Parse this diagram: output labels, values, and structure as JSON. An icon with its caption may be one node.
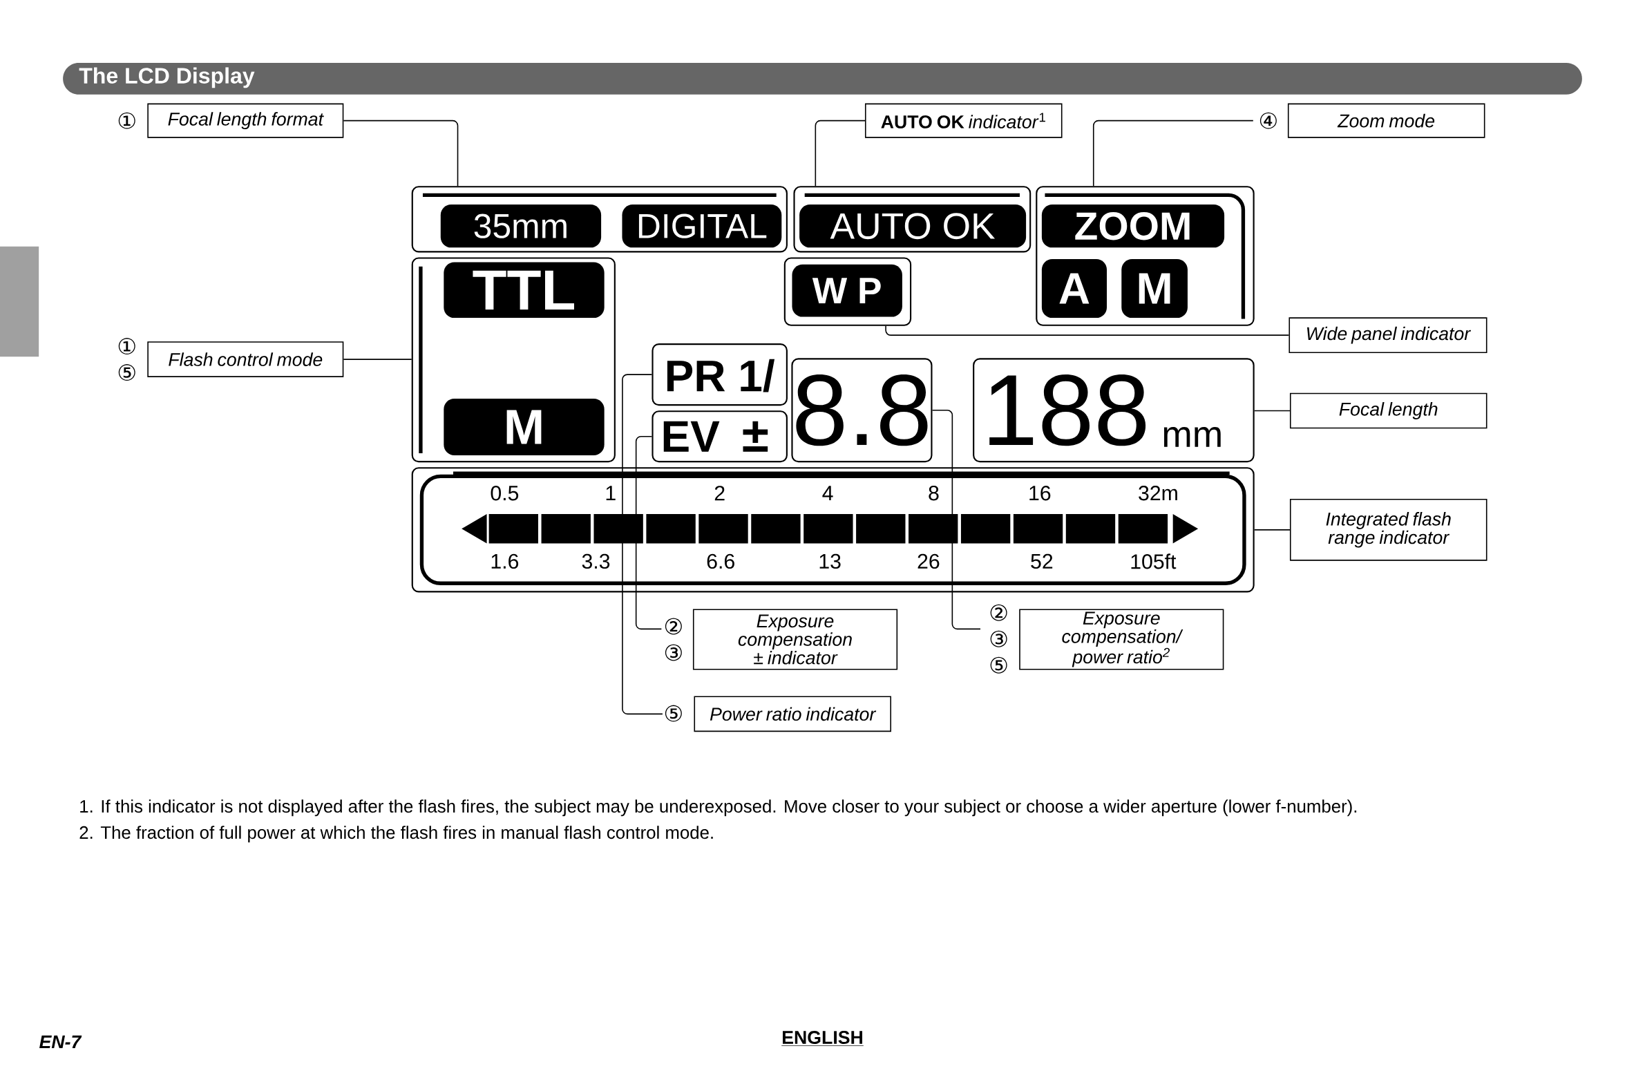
{
  "diagram": {
    "title": "The LCD Display",
    "nodes": [
      {
        "text": [
          "Focal length format"
        ],
        "beside": [
          "①"
        ]
      },
      {
        "text": [
          "**AUTO OK** *indicator*$^{1}$"
        ]
      },
      {
        "text": [
          "Zoom mode"
        ],
        "beside": [
          "④"
        ]
      },
      {
        "text": [
          "Flash control mode"
        ],
        "beside": [
          "①",
          "⑤"
        ]
      },
      {
        "text": [
          "Wide panel indicator"
        ]
      },
      {
        "text": [
          "Focal length"
        ]
      },
      {
        "text": [
          "Integrated flash range indicator"
        ]
      },
      {
        "text": [
          "Exposure compensation ± indicator"
        ],
        "beside": [
          "②",
          "③"
        ]
      },
      {
        "text": [
          "Exposure compensation/ power ratio$^{2}$"
        ],
        "beside": [
          "②",
          "③",
          "⑤"
        ]
      },
      {
        "text": [
          "Power ratio indicator"
        ],
        "beside": [
          "⑤"
        ]
      },
      {
        "text": [
          "35mm",
          "DIGITAL"
        ]
      },
      {
        "text": [
          "AUTO OK"
        ]
      },
      {
        "text": [
          "ZOOM",
          "A",
          "M"
        ]
      },
      {
        "text": [
          "TTL",
          "M"
        ]
      },
      {
        "text": [
          "W P"
        ]
      },
      {
        "text": [
          "PR 1/"
        ]
      },
      {
        "text": [
          "8.8"
        ]
      },
      {
        "text": [
          "EV",
          "±"
        ]
      },
      {
        "text": [
          "188",
          "mm"
        ]
      },
      {
        "text": [
          "0.5",
          "1",
          "2",
          "4",
          "8",
          "16",
          "32m",
          "1.6",
          "3.3",
          "6.6",
          "13",
          "26",
          "52",
          "105ft"
        ]
      }
    ],
    "edges": [
      {
        "from": 0,
        "to": 10,
        "arrow": "none"
      },
      {
        "from": 1,
        "to": 11,
        "arrow": "none"
      },
      {
        "from": 2,
        "to": 12,
        "arrow": "none"
      },
      {
        "from": 3,
        "to": 13,
        "arrow": "none"
      },
      {
        "from": 4,
        "to": 14,
        "arrow": "none"
      },
      {
        "from": 5,
        "to": 18,
        "arrow": "none"
      },
      {
        "from": 6,
        "to": 19,
        "arrow": "none"
      },
      {
        "from": 7,
        "to": 17,
        "arrow": "none"
      },
      {
        "from": 8,
        "to": 16,
        "arrow": "none"
      },
      {
        "from": 9,
        "to": 15,
        "arrow": "none"
      }
    ],
    "labels": [
      "1. If this indicator is not displayed after the flash fires, the subject may be underexposed.  Move closer to your subject or choose a wider aperture (lower f-number).",
      "2. The fraction of full power at which the flash fires in manual flash control mode.",
      "EN-7",
      "ENGLISH"
    ]
  }
}
